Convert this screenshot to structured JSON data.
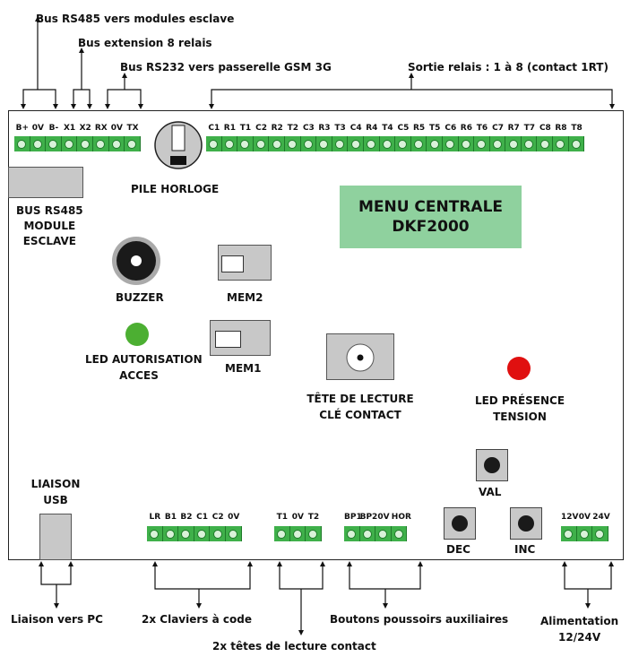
{
  "top_labels": {
    "rs485": "Bus RS485 vers modules esclave",
    "ext8": "Bus extension 8 relais",
    "rs232": "Bus RS232 vers passerelle GSM 3G",
    "relays": "Sortie relais : 1 à 8 (contact 1RT)"
  },
  "top_pins_left": [
    "B+",
    "0V",
    "B-",
    "X1",
    "X2",
    "RX",
    "0V",
    "TX"
  ],
  "top_pins_right": [
    "C1",
    "R1",
    "T1",
    "C2",
    "R2",
    "T2",
    "C3",
    "R3",
    "T3",
    "C4",
    "R4",
    "T4",
    "C5",
    "R5",
    "T5",
    "C6",
    "R6",
    "T6",
    "C7",
    "R7",
    "T7",
    "C8",
    "R8",
    "T8"
  ],
  "components": {
    "pile": "PILE HORLOGE",
    "bus_module_1": "BUS RS485",
    "bus_module_2": "MODULE",
    "bus_module_3": "ESCLAVE",
    "menu_1": "MENU CENTRALE",
    "menu_2": "DKF2000",
    "buzzer": "BUZZER",
    "mem2": "MEM2",
    "mem1": "MEM1",
    "led_acces_1": "LED AUTORISATION",
    "led_acces_2": "ACCES",
    "tete_1": "TÊTE DE LECTURE",
    "tete_2": "CLÉ CONTACT",
    "led_presence_1": "LED PRÉSENCE",
    "led_presence_2": "TENSION",
    "val": "VAL",
    "dec": "DEC",
    "inc": "INC",
    "usb_1": "LIAISON",
    "usb_2": "USB"
  },
  "bottom_pins": {
    "claviers": [
      "LR",
      "B1",
      "B2",
      "C1",
      "C2",
      "0V"
    ],
    "tetes": [
      "T1",
      "0V",
      "T2"
    ],
    "boutons": [
      "BP1",
      "BP2",
      "0V",
      "HOR"
    ],
    "alim": [
      "12V",
      "0V",
      "24V"
    ]
  },
  "bottom_labels": {
    "pc": "Liaison vers PC",
    "claviers": "2x Claviers à code",
    "tetes": "2x têtes de lecture contact",
    "boutons": "Boutons poussoirs auxiliaires",
    "alim_1": "Alimentation",
    "alim_2": "12/24V"
  },
  "colors": {
    "terminal": "#3fb04a",
    "menu_box": "#8fd19e",
    "led_green": "#4caf32",
    "led_red": "#e01010"
  }
}
